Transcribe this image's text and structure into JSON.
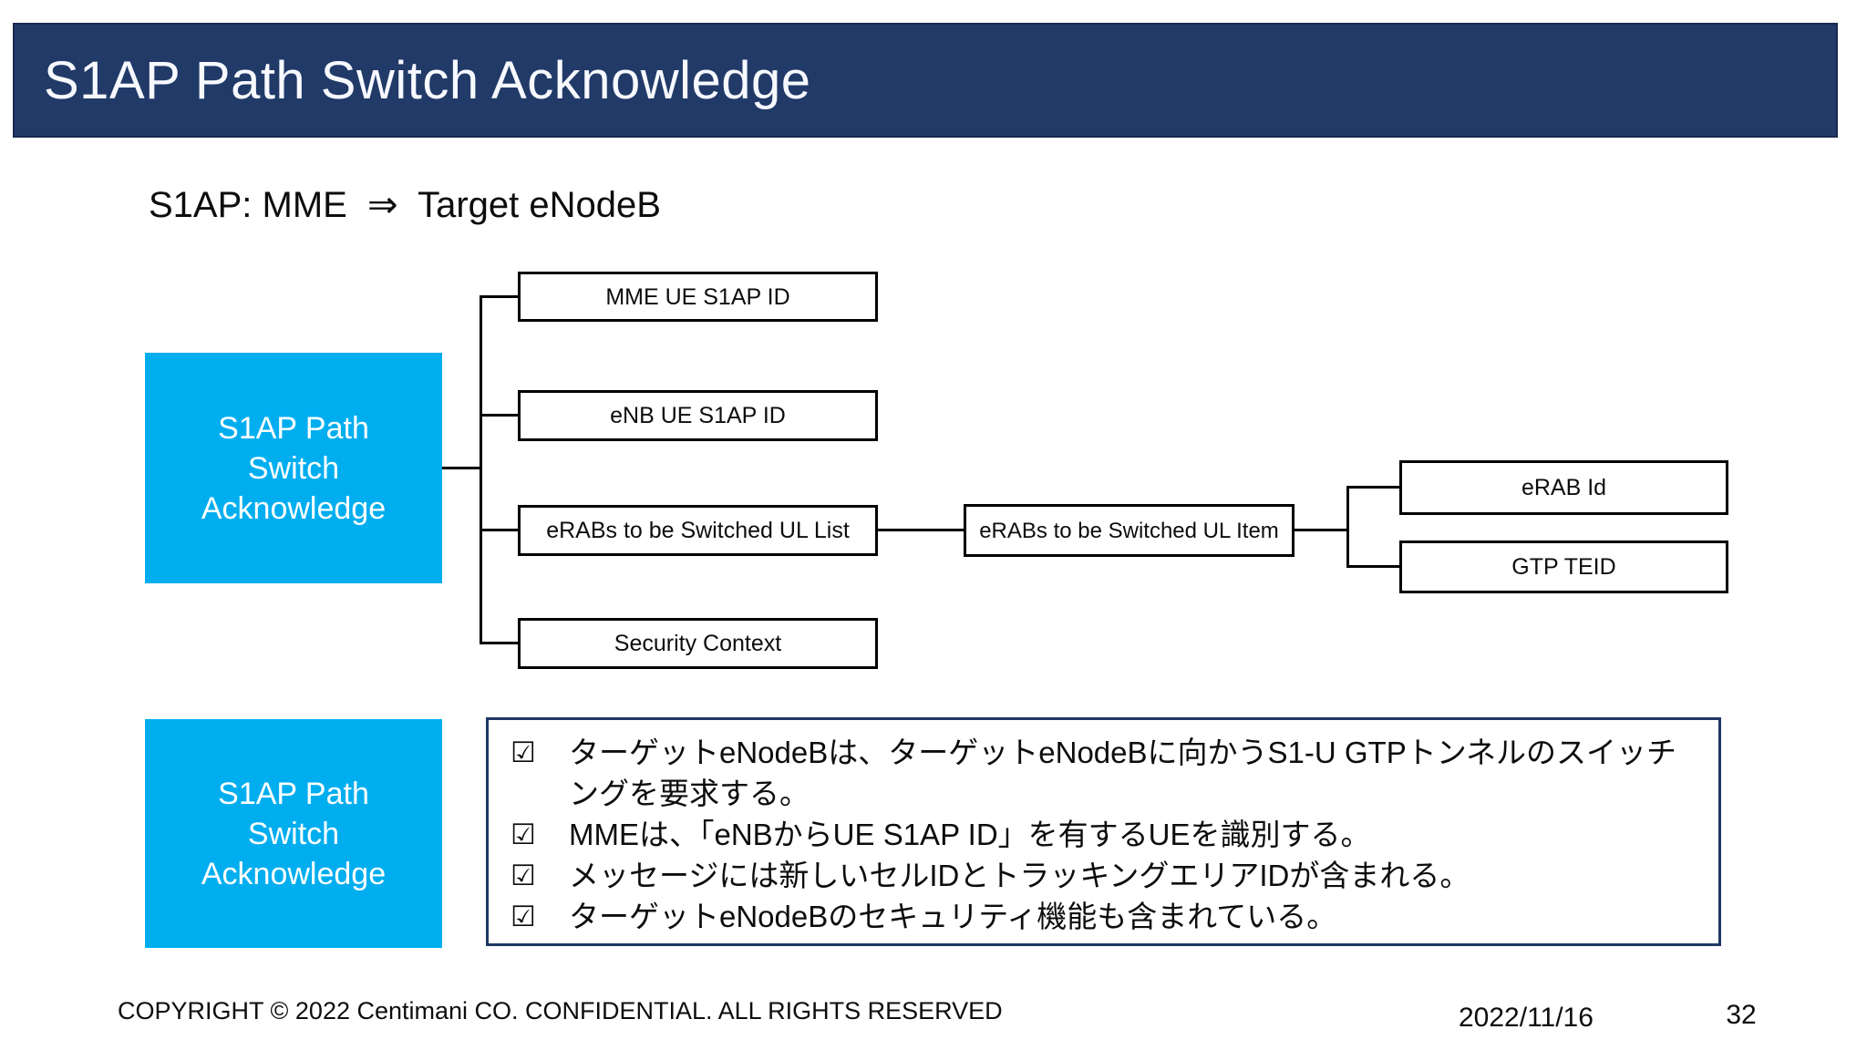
{
  "slide": {
    "title": "S1AP Path Switch Acknowledge",
    "subtitle": "S1AP: MME  ⇒  Target eNodeB",
    "footer": {
      "copyright": "COPYRIGHT © 2022 Centimani CO. CONFIDENTIAL. ALL RIGHTS RESERVED",
      "date": "2022/11/16",
      "page_number": "32"
    }
  },
  "diagram": {
    "root": {
      "label": "S1AP Path\nSwitch\nAcknowledge"
    },
    "children": [
      {
        "label": "MME UE S1AP ID"
      },
      {
        "label": "eNB UE S1AP ID"
      },
      {
        "label": "eRABs to be Switched UL List"
      },
      {
        "label": "Security Context"
      }
    ],
    "list_item": {
      "label": "eRABs to be Switched UL Item"
    },
    "leaves": [
      {
        "label": "eRAB Id"
      },
      {
        "label": "GTP TEID"
      }
    ]
  },
  "notes": {
    "box_label": "S1AP Path\nSwitch\nAcknowledge",
    "check_glyph": "☑",
    "items": [
      "ターゲットeNodeBは、ターゲットeNodeBに向かうS1-U GTPトンネルのスイッチングを要求する。",
      "MMEは、「eNBからUE S1AP ID」を有するUEを識別する。",
      "メッセージには新しいセルIDとトラッキングエリアIDが含まれる。",
      "ターゲットeNodeBのセキュリティ機能も含まれている。"
    ]
  },
  "colors": {
    "title_bar_bg": "#213A68",
    "title_bar_border": "#19294E",
    "accent_cyan": "#00AEEF",
    "notes_border": "#1F3864",
    "node_border": "#000000",
    "text": "#0d0d0d"
  }
}
